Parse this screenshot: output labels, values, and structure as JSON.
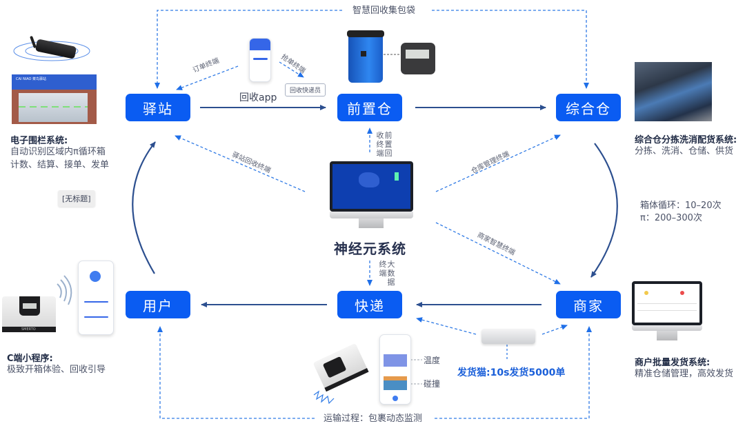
{
  "diagram": {
    "title_top": "智慧回收集包袋",
    "title_bottom": "运输过程：包裹动态监测",
    "nodes": {
      "station": "驿站",
      "front_warehouse": "前置仓",
      "integrated_warehouse": "综合仓",
      "merchant": "商家",
      "courier": "快递",
      "user": "用户",
      "central": "神经元系统"
    },
    "edge_labels": {
      "order_terminal": "订单终端",
      "grab_order_terminal": "抢单终端",
      "recycle_courier": "回收快递员",
      "recycle_app": "回收app",
      "front_recycle_terminal_col1": "前置回",
      "front_recycle_terminal_col2": "收终端",
      "station_recycle_terminal": "驿站回收终端",
      "warehouse_mgmt_terminal": "仓库管理终端",
      "merchant_smart_terminal": "商家智慧终端",
      "big_data_terminal_col1": "大数据",
      "big_data_terminal_col2": "终端",
      "shipping_cat": "发货猫:10s发货5000单",
      "temperature": "温度",
      "collision": "碰撞"
    },
    "descriptions": {
      "fence": {
        "title": "电子围栏系统:",
        "lines": [
          "自动识别区域内π循环箱",
          "计数、结算、接单、发单"
        ]
      },
      "sorting": {
        "title": "综合仓分拣洗消配货系统:",
        "lines": [
          "分拣、洗消、仓储、供货"
        ]
      },
      "cycle": {
        "lines": [
          "箱体循环：10–20次",
          "π：200–300次"
        ]
      },
      "mini_program": {
        "title": "C端小程序:",
        "lines": [
          "极致开箱体验、回收引导"
        ]
      },
      "merchant_system": {
        "title": "商户批量发货系统:",
        "lines": [
          "精准仓储管理，高效发货"
        ]
      }
    },
    "untitled_tag": "[无标题]",
    "store_sign": "CAI NIAO 菜鸟驿站",
    "device_brand": "SMERTO",
    "colors": {
      "node_fill": "#0a5cf2",
      "solid_arrow": "#2c4f8f",
      "dashed_arrow": "#2f7ae5",
      "text": "#4a5166"
    }
  }
}
